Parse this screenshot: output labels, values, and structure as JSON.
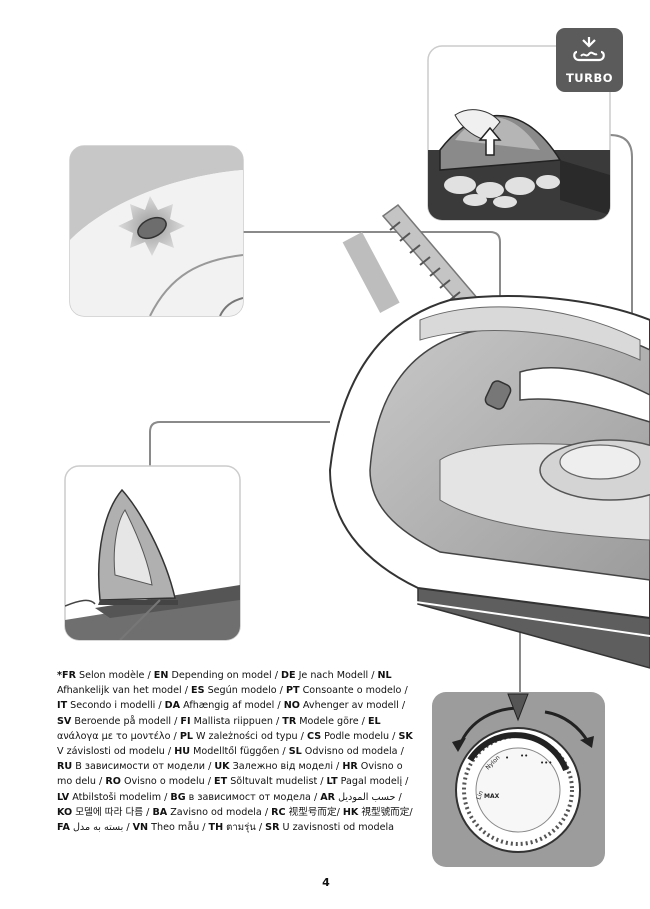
{
  "page": {
    "number": "4"
  },
  "turbo_badge": {
    "label": "TURBO",
    "icon": "steam-burst-icon",
    "color": "#5b5b5b"
  },
  "dial": {
    "labels": [
      "Lin",
      "Nylon",
      "•",
      "••",
      "•••",
      "MAX"
    ]
  },
  "disclaimer": [
    {
      "code": "*FR",
      "text": " Selon modèle / "
    },
    {
      "code": "EN",
      "text": " Depending on model / "
    },
    {
      "code": "DE",
      "text": " Je nach Modell / "
    },
    {
      "code": "NL",
      "text": " Afhankelijk van het model / "
    },
    {
      "code": "ES",
      "text": " Según modelo / "
    },
    {
      "code": "PT",
      "text": " Consoante o modelo / "
    },
    {
      "code": "IT",
      "text": " Secondo i modelli / "
    },
    {
      "code": "DA",
      "text": " Afhængig af model / "
    },
    {
      "code": "NO",
      "text": " Avhenger av modell / "
    },
    {
      "code": "SV",
      "text": " Beroende på modell / "
    },
    {
      "code": "FI",
      "text": " Mallista riippuen / "
    },
    {
      "code": "TR",
      "text": " Modele göre / "
    },
    {
      "code": "EL",
      "text": " ανάλογα με το μοντέλο / "
    },
    {
      "code": "PL",
      "text": " W zależności od typu / "
    },
    {
      "code": "CS",
      "text": " Podle modelu / "
    },
    {
      "code": "SK",
      "text": " V závislosti od modelu / "
    },
    {
      "code": "HU",
      "text": " Modelltől függően / "
    },
    {
      "code": "SL",
      "text": " Odvisno od modela / "
    },
    {
      "code": "RU",
      "text": " В зависимости от модели / "
    },
    {
      "code": "UK",
      "text": " Залежно від моделі / "
    },
    {
      "code": "HR",
      "text": " Ovisno o mo delu / "
    },
    {
      "code": "RO",
      "text": " Ovisno o modelu / "
    },
    {
      "code": "ET",
      "text": " Sõltuvalt mudelist / "
    },
    {
      "code": "LT",
      "text": " Pagal modelį / "
    },
    {
      "code": "LV",
      "text": " Atbilstoši modelim / "
    },
    {
      "code": "BG",
      "text": " в зависимост от модела / "
    },
    {
      "code": "AR",
      "text": " حسب الموديل / "
    },
    {
      "code": "KO",
      "text": " 모델에 따라 다름 / "
    },
    {
      "code": "BA",
      "text": " Zavisno od modela / "
    },
    {
      "code": "RC",
      "text": " 视型号而定/ "
    },
    {
      "code": "HK",
      "text": " 視型號而定/ "
    },
    {
      "code": "FA",
      "text": " بسته به مدل / "
    },
    {
      "code": "VN",
      "text": " Theo mẫu / "
    },
    {
      "code": "TH",
      "text": " ตามรุ่น  / "
    },
    {
      "code": "SR",
      "text": " U zavisnosti od modela"
    }
  ]
}
